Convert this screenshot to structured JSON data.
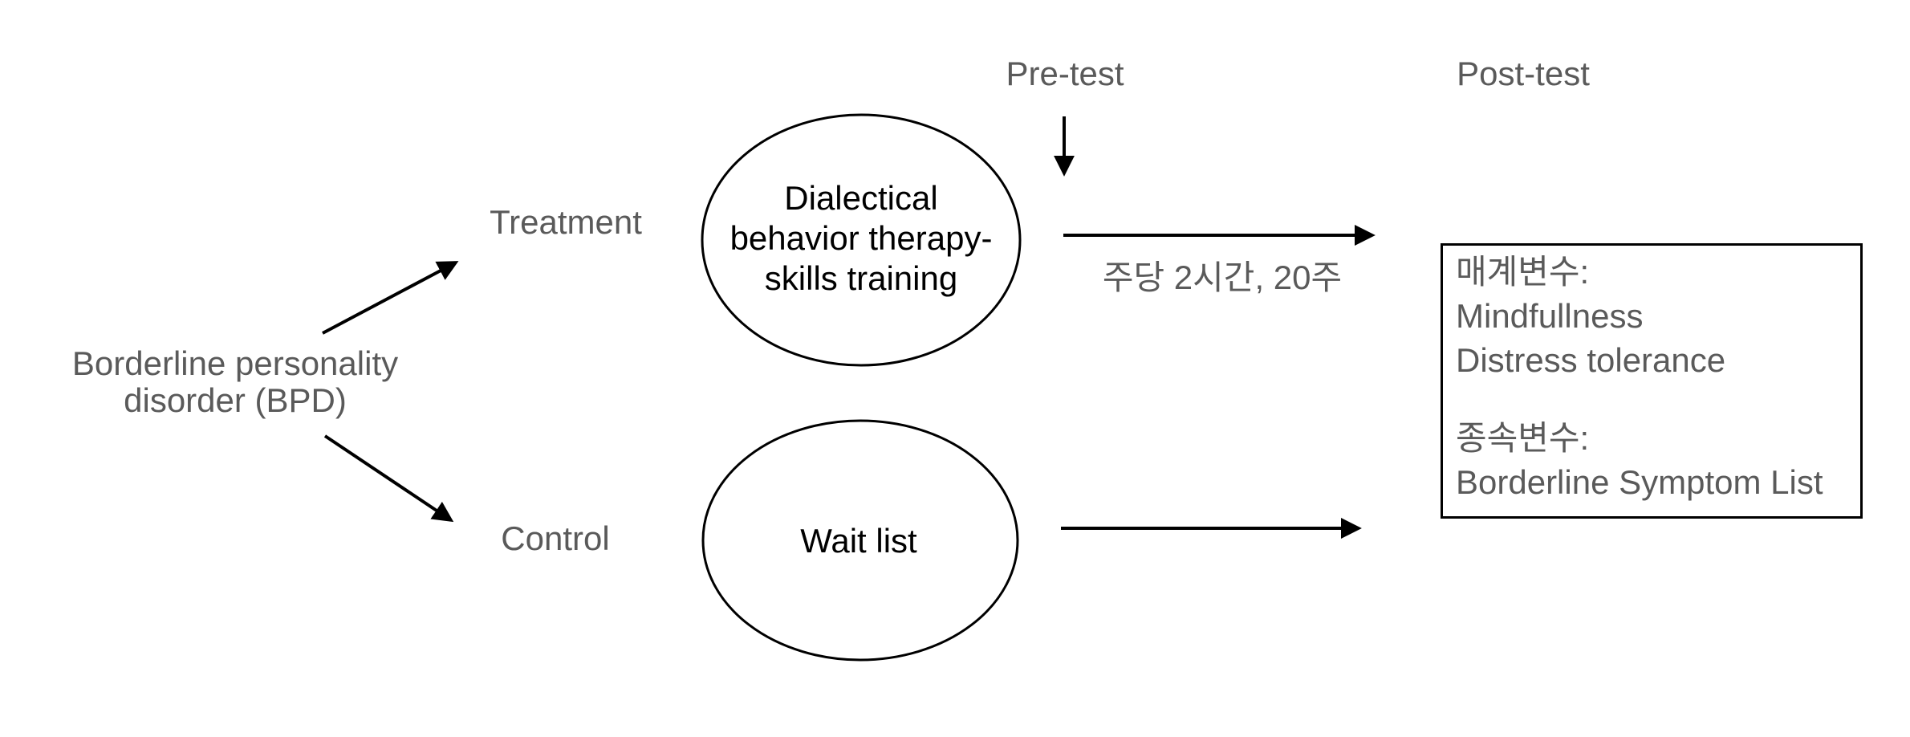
{
  "diagram": {
    "population": {
      "label": "Borderline personality\ndisorder (BPD)"
    },
    "groups": {
      "treatment": {
        "label": "Treatment",
        "intervention": "Dialectical\nbehavior therapy-\nskills training"
      },
      "control": {
        "label": "Control",
        "intervention": "Wait list"
      }
    },
    "timepoints": {
      "pretest": "Pre-test",
      "posttest": "Post-test"
    },
    "duration": "주당 2시간, 20주",
    "outcome_box": {
      "mediator_title": "매계변수:",
      "mediators": [
        "Mindfullness",
        "Distress tolerance"
      ],
      "dependent_title": "종속변수:",
      "dependents": [
        "Borderline Symptom List"
      ]
    },
    "colors": {
      "text_gray": "#5a5a5a",
      "shape_black": "#000000",
      "background": "#ffffff"
    }
  }
}
